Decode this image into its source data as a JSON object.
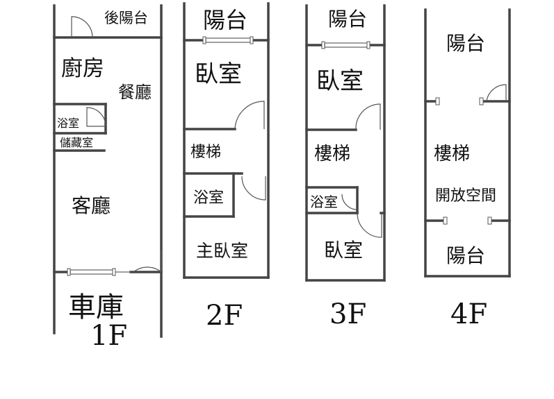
{
  "floors": {
    "f1": {
      "label": "1F",
      "rooms": {
        "back_balcony": "後陽台",
        "kitchen": "廚房",
        "dining": "餐廳",
        "bathroom": "浴室",
        "storage": "儲藏室",
        "living": "客廳",
        "garage": "車庫"
      }
    },
    "f2": {
      "label": "2F",
      "rooms": {
        "balcony": "陽台",
        "bedroom": "臥室",
        "stairs": "樓梯",
        "bathroom": "浴室",
        "master_bedroom": "主臥室"
      }
    },
    "f3": {
      "label": "3F",
      "rooms": {
        "balcony": "陽台",
        "bedroom1": "臥室",
        "stairs": "樓梯",
        "bathroom": "浴室",
        "bedroom2": "臥室"
      }
    },
    "f4": {
      "label": "4F",
      "rooms": {
        "balcony_top": "陽台",
        "stairs": "樓梯",
        "open_space": "開放空間",
        "balcony_bottom": "陽台"
      }
    }
  }
}
